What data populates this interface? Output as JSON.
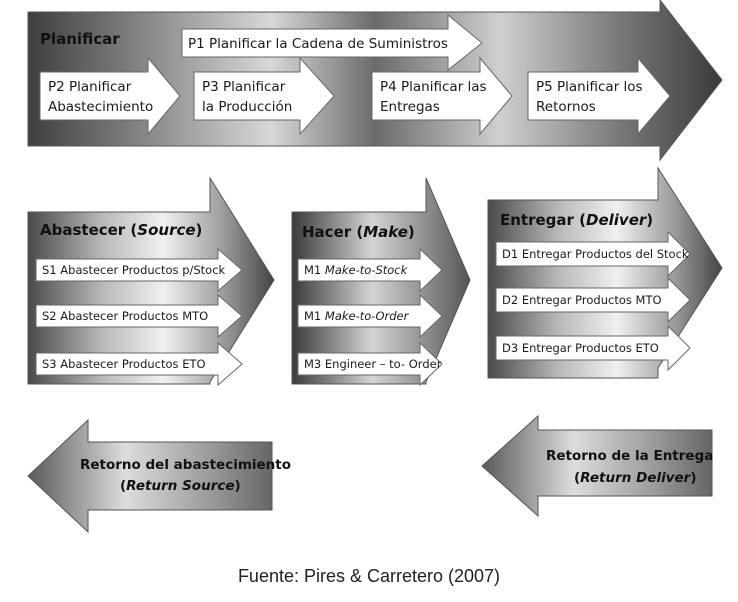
{
  "plan": {
    "title": "Planificar",
    "p1": "P1 Planificar la Cadena de Suministros",
    "p2": [
      "P2 Planificar",
      "Abastecimiento"
    ],
    "p3": [
      "P3 Planificar",
      "la Producción"
    ],
    "p4": [
      "P4 Planificar las",
      "Entregas"
    ],
    "p5": [
      "P5 Planificar los",
      "Retornos"
    ]
  },
  "source": {
    "title_a": "Abastecer (",
    "title_b": "Source",
    "title_c": ")",
    "s1": "S1 Abastecer Productos p/Stock",
    "s2": "S2 Abastecer Productos MTO",
    "s3": "S3 Abastecer Productos ETO"
  },
  "make": {
    "title_a": "Hacer (",
    "title_b": "Make",
    "title_c": ")",
    "m1a_pre": "M1 ",
    "m1a_it": "Make-to-Stock",
    "m1b_pre": "M1 ",
    "m1b_it": "Make-to-Order",
    "m3": "M3 Engineer – to- Order"
  },
  "deliver": {
    "title_a": "Entregar (",
    "title_b": "Deliver",
    "title_c": ")",
    "d1": "D1 Entregar Productos del Stock",
    "d2": "D2 Entregar Productos MTO",
    "d3": "D3 Entregar Productos ETO"
  },
  "return_source": {
    "line1": "Retorno del abastecimiento",
    "line2_a": "(",
    "line2_b": "Return Source",
    "line2_c": ")"
  },
  "return_deliver": {
    "line1": "Retorno de la Entrega",
    "line2_a": "(",
    "line2_b": "Return Deliver",
    "line2_c": ")"
  },
  "caption": "Fuente:  Pires & Carretero (2007)"
}
